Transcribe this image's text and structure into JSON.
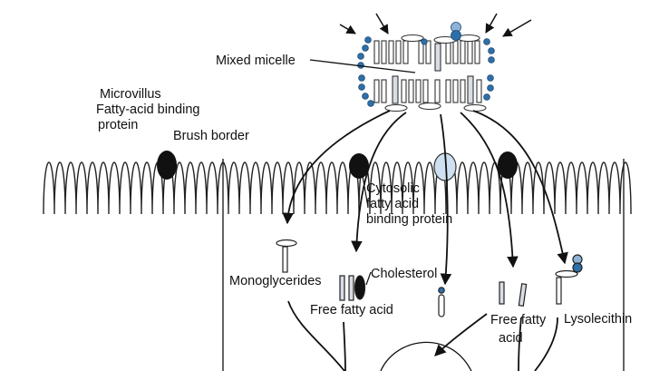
{
  "labels": {
    "mixed_micelle": "Mixed micelle",
    "microvillus_line1": "Microvillus",
    "microvillus_line2": "Fatty-acid binding",
    "microvillus_line3": "protein",
    "brush_border": "Brush border",
    "cytosolic_line1": "Cytosolic",
    "cytosolic_line2": "fatty acid",
    "cytosolic_line3": "binding protein",
    "monoglycerides": "Monoglycerides",
    "cholesterol": "Cholesterol",
    "free_fatty_acid": "Free fatty acid",
    "free_fatty_acid2_line1": "Free fatty",
    "free_fatty_acid2_line2": "acid",
    "lysolecithin": "Lysolecithin"
  },
  "colors": {
    "ink": "#111111",
    "phospholipid_head": "#2f6fa8",
    "light_blue_protein": "#cfe0f2",
    "micelle_bar_fill": "#d9dde6"
  }
}
